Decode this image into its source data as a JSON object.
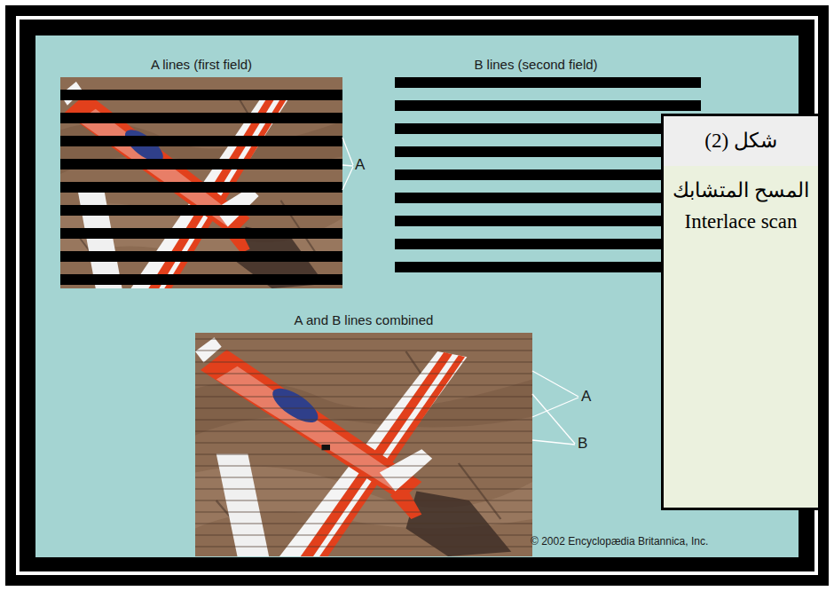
{
  "diagram": {
    "nodes": [
      {
        "text": [
          "A lines (first field)"
        ]
      },
      {
        "text": [
          "B lines (second field)"
        ]
      },
      {
        "text": [
          "شكل (2)",
          "المسح المتشابك Interlace scan"
        ]
      },
      {
        "text": [
          "A and B lines combined"
        ]
      }
    ],
    "labels": [
      "A",
      "A",
      "B",
      "© 2002 Encyclopædia Britannica, Inc."
    ]
  }
}
